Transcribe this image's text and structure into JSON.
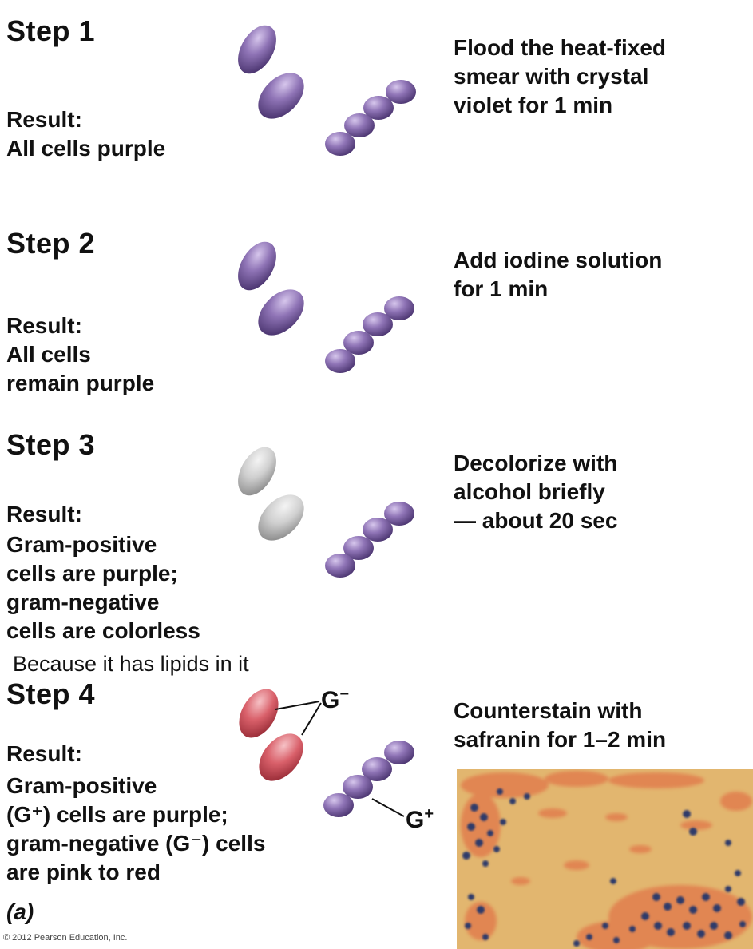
{
  "steps": [
    {
      "title": "Step 1",
      "result_label": "Result:",
      "result_lines": [
        "All cells purple"
      ],
      "instruction_lines": [
        "Flood the heat-fixed",
        "smear with crystal",
        "violet for 1 min"
      ],
      "rod_color": "#8a6fb0",
      "cocci_color": "#8a6fb0"
    },
    {
      "title": "Step 2",
      "result_label": "Result:",
      "result_lines": [
        "All cells",
        "remain purple"
      ],
      "instruction_lines": [
        "Add iodine solution",
        "for 1 min"
      ],
      "rod_color": "#8a6fb0",
      "cocci_color": "#8a6fb0"
    },
    {
      "title": "Step 3",
      "result_label": "Result:",
      "result_lines": [
        "Gram-positive",
        "cells are purple;",
        "gram-negative",
        "cells are colorless"
      ],
      "instruction_lines": [
        "Decolorize with",
        "alcohol briefly",
        "— about 20 sec"
      ],
      "rod_color": "#c4c4c4",
      "cocci_color": "#8a6fb0"
    },
    {
      "title": "Step 4",
      "result_label": "Result:",
      "result_lines": [
        "Gram-positive",
        "(G⁺) cells are purple;",
        "gram-negative (G⁻) cells",
        "are pink to red"
      ],
      "instruction_lines": [
        "Counterstain with",
        "safranin for 1–2 min"
      ],
      "rod_color": "#d9616b",
      "cocci_color": "#8a6fb0"
    }
  ],
  "annotation": "Because it has lipids in it",
  "label_gneg_base": "G",
  "label_gneg_sup": "−",
  "label_gpos_base": "G",
  "label_gpos_sup": "+",
  "figure_label": "(a)",
  "copyright": "© 2012 Pearson Education, Inc."
}
